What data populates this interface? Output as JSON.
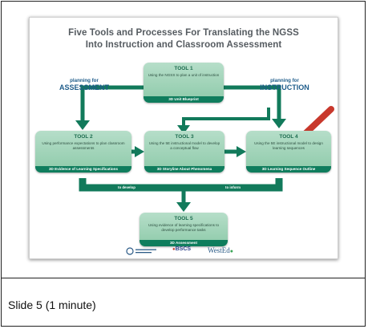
{
  "slide": {
    "title_line1": "Five Tools and Processes For Translating the NGSS",
    "title_line2": "Into Instruction and Classroom Assessment"
  },
  "planning_left": {
    "small": "planning for",
    "big": "ASSESSMENT"
  },
  "planning_right": {
    "small": "planning for",
    "big": "INSTRUCTION"
  },
  "tools": [
    {
      "name": "TOOL 1",
      "desc": "Using the NGSS to plan a unit of instruction",
      "output": "3D Unit Blueprint"
    },
    {
      "name": "TOOL 2",
      "desc": "Using performance expectations to plan classroom assessments",
      "output": "3D Evidence of Learning Specifications"
    },
    {
      "name": "TOOL 3",
      "desc": "Using the 5E instructional model to develop a conceptual flow",
      "output": "3D Storyline About Phenomena"
    },
    {
      "name": "TOOL 4",
      "desc": "Using the 5E instructional model to design learning sequences",
      "output": "3D Learning Sequence Outline"
    },
    {
      "name": "TOOL 5",
      "desc": "Using evidence of learning specifications to develop performance tasks",
      "output": "3D Assessment"
    }
  ],
  "flow_labels": {
    "develop": "to develop",
    "inform": "to inform"
  },
  "logos": {
    "bscs": "BSCS",
    "wested": "WestEd"
  },
  "colors": {
    "tool_fill": "#a6d6bc",
    "tool_band": "#0f7d5d",
    "arrow": "#127a5b",
    "highlight_arrow": "#c8382c",
    "planning_text": "#1e5c8a"
  },
  "caption": "Slide 5 (1 minute)"
}
